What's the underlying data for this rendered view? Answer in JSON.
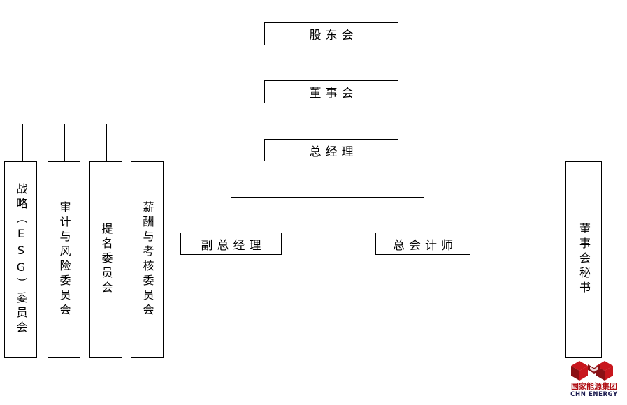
{
  "diagram": {
    "type": "organization-chart",
    "title": "",
    "nodes": {
      "shareholders_meeting": "股东会",
      "board_of_directors": "董事会",
      "general_manager": "总经理",
      "deputy_general_manager": "副总经理",
      "chief_accountant": "总会计师",
      "board_secretary": "董事会秘书",
      "strategy_esg_committee": "战略（ESG）委员会",
      "audit_risk_committee": "审计与风险委员会",
      "nomination_committee": "提名委员会",
      "remuneration_appraisal_committee": "薪酬与考核委员会"
    }
  },
  "logo": {
    "chinese_name": "国家能源集团",
    "english_name": "CHN ENERGY",
    "mark_color": "#c8161d",
    "mark_shadow_color": "#8a1014",
    "text_color_cn": "#b01116",
    "text_color_en": "#1b1b4f"
  },
  "style": {
    "line_color": "#000000",
    "box_border": "#000000",
    "background": "#ffffff"
  }
}
